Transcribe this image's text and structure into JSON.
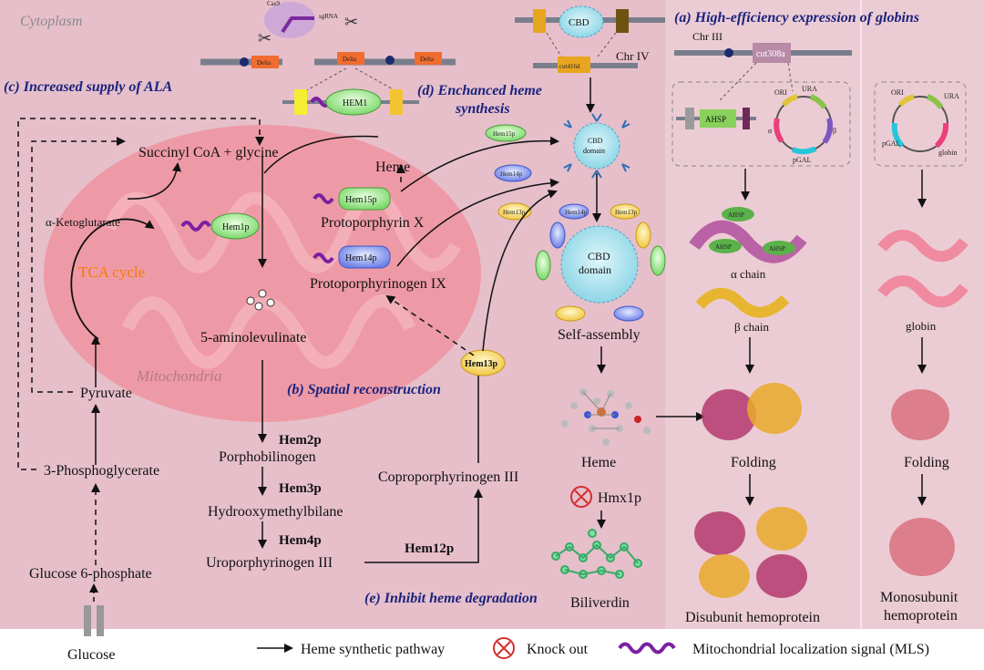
{
  "regions": {
    "cytoplasm": "Cytoplasm",
    "mitochondria": "Mitochondria"
  },
  "sections": {
    "a": "(a) High-efficiency expression of globins",
    "b": "(b) Spatial reconstruction",
    "c": "(c) Increased supply of ALA",
    "d_line1": "(d) Enchanced heme",
    "d_line2": "synthesis",
    "e": "(e) Inhibit heme degradation"
  },
  "metabolites": {
    "succinyl": "Succinyl CoA + glycine",
    "heme_top": "Heme",
    "protoporphyrin": "Protoporphyrin X",
    "protoporphyrinogen": "Protoporphyrinogen IX",
    "ala": "5-aminolevulinate",
    "porphobilinogen": "Porphobilinogen",
    "hydroxymethylbilane": "Hydrooxymethylbilane",
    "uroporphyrinogen": "Uroporphyrinogen III",
    "coproporphyrinogen": "Coproporphyrinogen III",
    "pyruvate": "Pyruvate",
    "phosphoglycerate": "3-Phosphoglycerate",
    "glucose6p": "Glucose 6-phosphate",
    "glucose": "Glucose",
    "ketoglutarate": "α-Ketoglutarate",
    "tca": "TCA cycle"
  },
  "enzymes": {
    "hem1p": "Hem1p",
    "hem2p": "Hem2p",
    "hem3p": "Hem3p",
    "hem4p": "Hem4p",
    "hem12p": "Hem12p",
    "hem13p": "Hem13p",
    "hem14p": "Hem14p",
    "hem15p": "Hem15p",
    "hem1": "HEM1",
    "hmx1p": "Hmx1p"
  },
  "assembly": {
    "cbd": "CBD",
    "cbd_domain_1": "CBD",
    "cbd_domain_2": "domain",
    "self_assembly": "Self-assembly",
    "heme": "Heme",
    "biliverdin": "Biliverdin"
  },
  "genome": {
    "delta": "Delta",
    "cas9": "Cas9",
    "sgrna": "sgRNA",
    "chr4": "Chr IV",
    "cut416d": "cut416d",
    "chr3": "Chr III",
    "cut308a": "cut308a"
  },
  "plasmid": {
    "ori": "ORI",
    "ura": "URA",
    "alpha": "α",
    "beta": "β",
    "pgal": "pGAL",
    "globin": "globin",
    "ahsp": "AHSP"
  },
  "globins": {
    "alpha_chain": "α chain",
    "beta_chain": "β chain",
    "globin": "globin",
    "folding_1": "Folding",
    "folding_2": "Folding",
    "disubunit": "Disubunit hemoprotein",
    "mono_1": "Monosubunit",
    "mono_2": "hemoprotein"
  },
  "legend": {
    "pathway": "Heme synthetic pathway",
    "knockout": "Knock out",
    "mls": "Mitochondrial localization signal (MLS)"
  },
  "colors": {
    "bg": "#e6bfca",
    "panel": "#ecccd4",
    "mito": "#ee9aa6",
    "arrow": "#111111",
    "section_text": "#1a237e"
  }
}
